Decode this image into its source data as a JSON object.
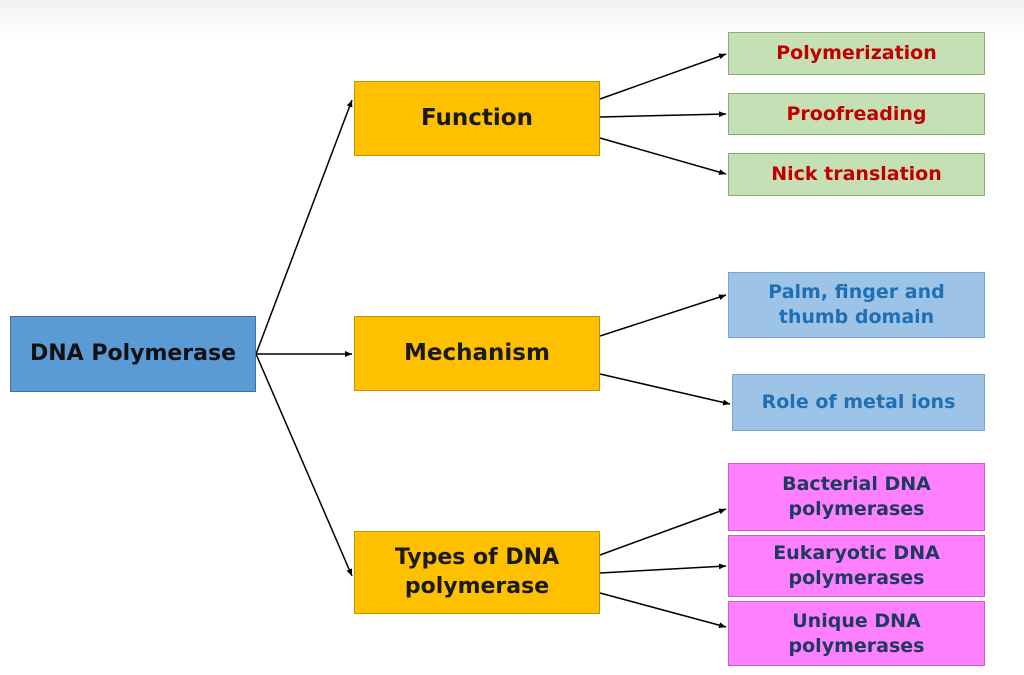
{
  "diagram": {
    "root": {
      "label": "DNA Polymerase"
    },
    "branches": {
      "function": {
        "label": "Function",
        "children": [
          "Polymerization",
          "Proofreading",
          "Nick translation"
        ]
      },
      "mechanism": {
        "label": "Mechanism",
        "children": [
          "Palm, finger and",
          "thumb domain",
          "Role of metal ions"
        ]
      },
      "types": {
        "label_line1": "Types of DNA",
        "label_line2": "polymerase",
        "children": [
          [
            "Bacterial DNA",
            "polymerases"
          ],
          [
            "Eukaryotic DNA",
            "polymerases"
          ],
          [
            "Unique DNA",
            "polymerases"
          ]
        ]
      }
    },
    "colors": {
      "root_fill": "#5b9bd5",
      "branch_fill": "#ffc000",
      "function_leaf_fill": "#c5e0b4",
      "function_leaf_text": "#c00000",
      "mechanism_leaf_fill": "#9dc3e6",
      "mechanism_leaf_text": "#1f6fb5",
      "types_leaf_fill": "#ff80ff",
      "types_leaf_text": "#1f3a60",
      "connector": "#000000"
    }
  }
}
